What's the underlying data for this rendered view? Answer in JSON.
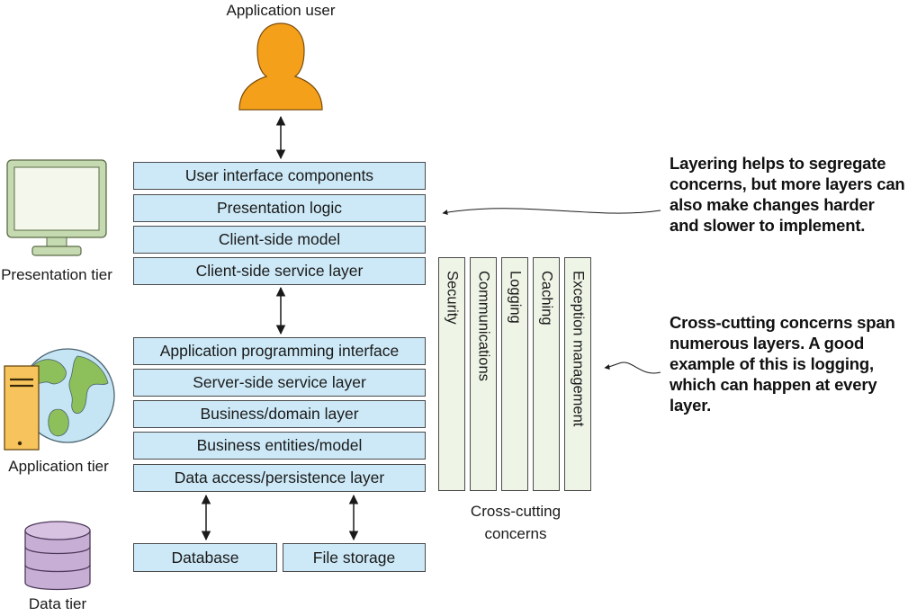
{
  "actors": {
    "user_label": "Application user"
  },
  "tiers": {
    "presentation": "Presentation tier",
    "application": "Application tier",
    "data": "Data tier"
  },
  "presentation_layers": [
    "User interface components",
    "Presentation logic",
    "Client-side model",
    "Client-side service layer"
  ],
  "application_layers": [
    "Application programming interface",
    "Server-side service layer",
    "Business/domain layer",
    "Business entities/model",
    "Data access/persistence layer"
  ],
  "storage": {
    "database": "Database",
    "file_storage": "File storage"
  },
  "cross_cutting": {
    "label": "Cross-cutting concerns",
    "items": [
      "Security",
      "Communications",
      "Logging",
      "Caching",
      "Exception management"
    ]
  },
  "callouts": {
    "layering": "Layering helps to segregate concerns, but more layers can also make changes harder and slower to implement.",
    "cross_cutting": "Cross-cutting concerns span numerous layers. A good example of this is logging, which can happen at every layer."
  },
  "colors": {
    "layer_fill": "#cde9f7",
    "concern_fill": "#eef5e6",
    "user_fill": "#f5a01a",
    "monitor_frame": "#c5dab0",
    "server_fill": "#f6c35c",
    "globe_ocean": "#c5e4f4",
    "globe_land": "#8dbf5a",
    "database_fill": "#c7aed4"
  }
}
